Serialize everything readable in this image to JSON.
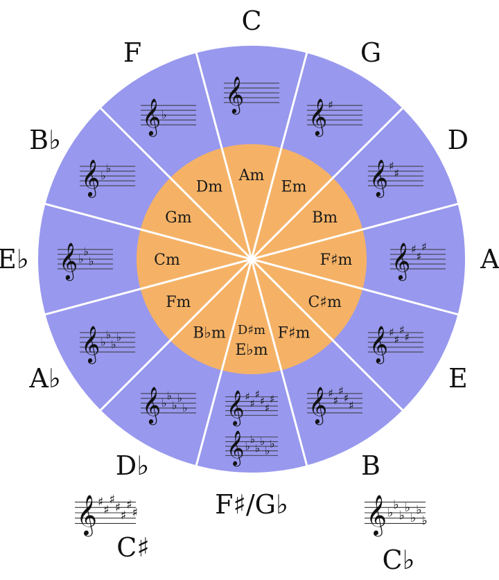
{
  "colors": {
    "outer_ring": "#9898ee",
    "inner_circle": "#f5b266",
    "divider": "#ffffff",
    "text": "#111111"
  },
  "major_keys": [
    {
      "name": "C",
      "accidentals": ""
    },
    {
      "name": "G",
      "accidentals": "#"
    },
    {
      "name": "D",
      "accidentals": "##"
    },
    {
      "name": "A",
      "accidentals": "###"
    },
    {
      "name": "E",
      "accidentals": "####"
    },
    {
      "name": "B",
      "accidentals": "#####"
    },
    {
      "name": "F♯/G♭",
      "accidentals": "######|bbbbbb"
    },
    {
      "name": "D♭",
      "accidentals": "bbbbb"
    },
    {
      "name": "A♭",
      "accidentals": "bbbb"
    },
    {
      "name": "E♭",
      "accidentals": "bbb"
    },
    {
      "name": "B♭",
      "accidentals": "bb"
    },
    {
      "name": "F",
      "accidentals": "b"
    }
  ],
  "minor_keys": [
    "Am",
    "Em",
    "Bm",
    "F♯m",
    "C♯m",
    "F♯m",
    "E♭m",
    "B♭m",
    "Fm",
    "Cm",
    "Gm",
    "Dm"
  ],
  "minor_extra": {
    "d_sharp_minor": "D♯m"
  },
  "enharmonic_outside": [
    {
      "name": "C♯",
      "accidentals": "#######"
    },
    {
      "name": "C♭",
      "accidentals": "bbbbbbb"
    }
  ]
}
